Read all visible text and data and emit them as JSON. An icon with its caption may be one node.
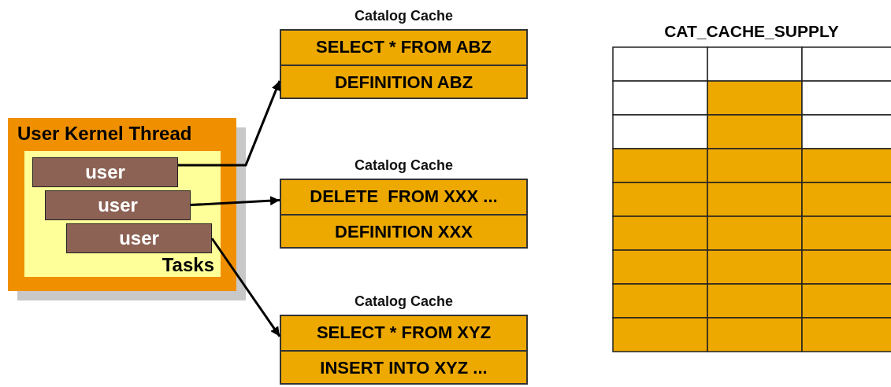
{
  "diagram": {
    "nodes": [
      {
        "text": [
          "User Kernel Thread"
        ]
      },
      {
        "text": [
          "Tasks"
        ],
        "in": 0
      },
      {
        "text": [
          "user"
        ],
        "in": 1
      },
      {
        "text": [
          "user"
        ],
        "in": 1
      },
      {
        "text": [
          "user"
        ],
        "in": 1
      },
      {
        "text": [
          "Catalog Cache",
          "SELECT * FROM ABZ",
          "DEFINITION ABZ"
        ]
      },
      {
        "text": [
          "Catalog Cache",
          "DELETE  FROM XXX ...",
          "DEFINITION XXX"
        ]
      },
      {
        "text": [
          "Catalog Cache",
          "SELECT * FROM XYZ",
          "INSERT INTO XYZ ..."
        ]
      },
      {
        "text": [
          "CAT_CACHE_SUPPLY"
        ]
      }
    ],
    "edges": [
      {
        "from": 2,
        "to": 5,
        "arrow": "to"
      },
      {
        "from": 3,
        "to": 6,
        "arrow": "to"
      },
      {
        "from": 4,
        "to": 7,
        "arrow": "to"
      }
    ]
  }
}
